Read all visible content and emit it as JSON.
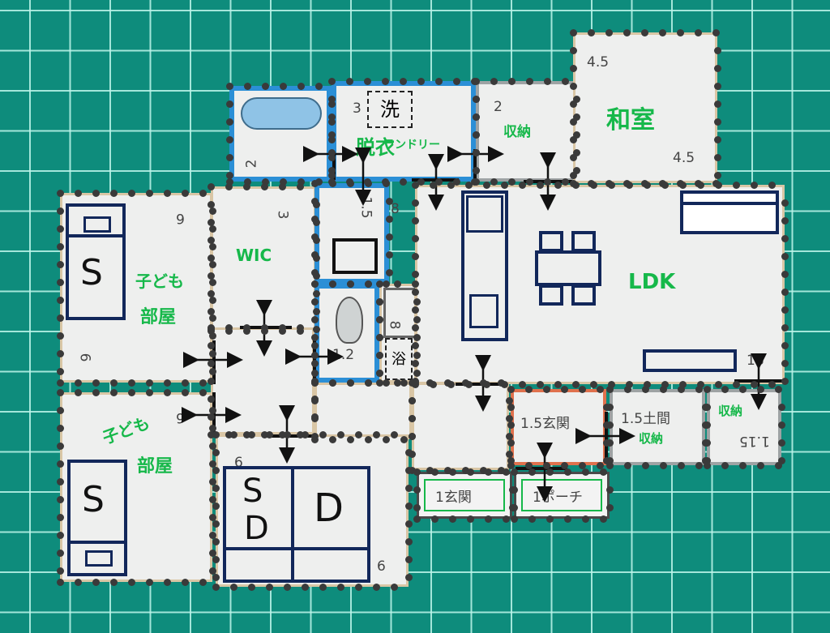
{
  "rooms": {
    "bath_num": "2",
    "laundry_num": "3",
    "laundry_wash": "洗",
    "laundry_label1": "脱衣",
    "laundry_label2": "ランドリー",
    "storage_num": "2",
    "storage_label": "収納",
    "washitsu_num_top": "4.5",
    "washitsu_num_bottom": "4.5",
    "washitsu_label": "和室",
    "kid1_num_top": "6",
    "kid1_num_bottom": "6",
    "kid1_label1": "子ども",
    "kid1_label2": "部屋",
    "kid1_bed": "S",
    "wic_num": "3",
    "wic_label": "WIC",
    "toilet_room_num": "1.5",
    "toilet_room_num8": "8",
    "lavatory_num": "1.2",
    "closet8": "8",
    "closet_char": "浴",
    "ldk_label": "LDK",
    "ldk_num": "18",
    "kid2_num": "6",
    "kid2_label1": "子ども",
    "kid2_label2": "部屋",
    "kid2_bed": "S",
    "master_num": "6",
    "master_num2": "6",
    "master_bed1": "S",
    "master_bed1b": "D",
    "master_bed2": "D",
    "genkan_main": "1.5玄関",
    "doma": "1.5土間",
    "doma_label": "収納",
    "storage2_label": "収納",
    "storage2_num": "1.15",
    "genkan2": "1玄関",
    "porch": "1ポーチ"
  }
}
